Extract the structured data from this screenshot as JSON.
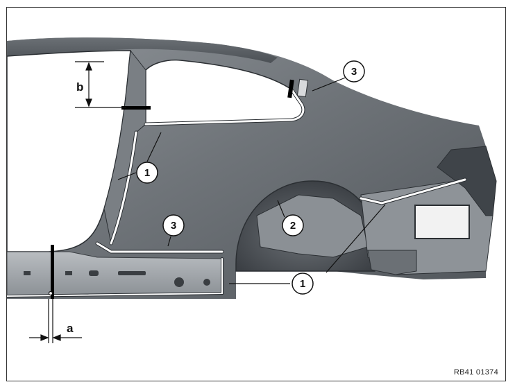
{
  "callouts": {
    "one_upper": "1",
    "one_lower": "1",
    "two": "2",
    "three_upper": "3",
    "three_lower": "3"
  },
  "dimensions": {
    "a": "a",
    "b": "b"
  },
  "figure_code": "RB41 01374",
  "colors": {
    "body_dark": "#555a60",
    "body_light": "#9ea3a8",
    "cut_line": "#ffffff",
    "marker": "#000000"
  }
}
